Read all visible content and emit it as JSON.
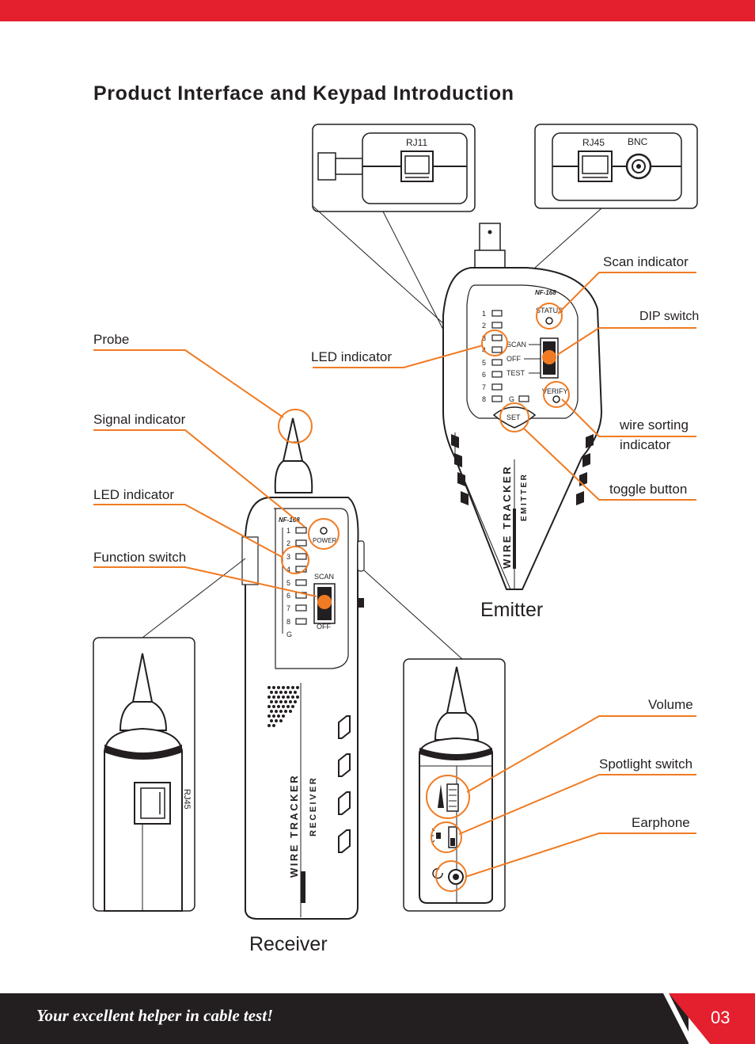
{
  "page": {
    "title": "Product Interface and Keypad Introduction",
    "tagline": "Your excellent helper in cable test!",
    "page_number": "03",
    "accent_color": "#e4202e",
    "callout_color": "#f07b22",
    "footer_color": "#231f20"
  },
  "labels": {
    "probe": "Probe",
    "signal_indicator": "Signal indicator",
    "led_indicator_receiver": "LED indicator",
    "function_switch": "Function switch",
    "led_indicator_emitter": "LED indicator",
    "scan_indicator": "Scan indicator",
    "dip_switch": "DIP switch",
    "wire_sorting_1": "wire sorting",
    "wire_sorting_2": "indicator",
    "toggle_button": "toggle button",
    "volume": "Volume",
    "spotlight_switch": "Spotlight switch",
    "earphone": "Earphone",
    "emitter": "Emitter",
    "receiver": "Receiver"
  },
  "device": {
    "model": "NF-168",
    "rj11": "RJ11",
    "rj45": "RJ45",
    "bnc": "BNC",
    "status": "STATUS",
    "verify": "VERIFY",
    "set": "SET",
    "power": "POWER",
    "scan": "SCAN",
    "off": "OFF",
    "test": "TEST",
    "ground": "G",
    "wire_tracker": "WIRE TRACKER",
    "emitter_body": "EMITTER",
    "receiver_body": "RECEIVER",
    "rj45_side": "RJ45",
    "leds": [
      "1",
      "2",
      "3",
      "4",
      "5",
      "6",
      "7",
      "8"
    ]
  }
}
